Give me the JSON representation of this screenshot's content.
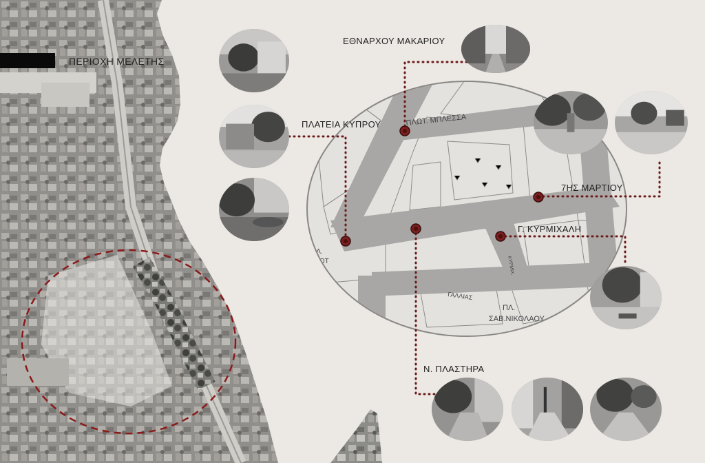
{
  "title": "ΠΕΡΙΟΧΗ ΜΕΛΕΤΗΣ",
  "street_labels": {
    "mplessa": "ΠΛΩΤ. ΜΠΛΕΣΣΑ",
    "gallias": "ΓΑΛΛΙΑΣ",
    "sav_nikolaou_1": "ΠΛ.",
    "sav_nikolaou_2": "ΣΑΒ.ΝΙΚΟΛΑΟΥ",
    "prot_1": "ΠΛ.",
    "prot_2": "ΠΡΟΤ",
    "kyrmichali_small": "ΚΥΡΜΙΧ."
  },
  "callouts": [
    {
      "id": "ethnarchou",
      "label": "ΕΘΝΑΡΧΟΥ ΜΑΚΑΡΙΟΥ"
    },
    {
      "id": "plateia_kyprou",
      "label": "ΠΛΑΤΕΙΑ ΚΥΠΡΟΥ"
    },
    {
      "id": "martiou",
      "label": "7ΗΣ ΜΑΡΤΙΟΥ"
    },
    {
      "id": "kyrmichali",
      "label": "Γ. ΚΥΡΜΙΧΑΛΗ"
    },
    {
      "id": "plastira",
      "label": "Ν. ΠΛΑΣΤΗΡΑ"
    }
  ],
  "colors": {
    "marker": "#7a1e1e",
    "dotted_line": "#6b1a1a",
    "dashed_circle": "#8b1a1a",
    "map_bg": "#e4e2df",
    "road": "#a9a7a5"
  }
}
